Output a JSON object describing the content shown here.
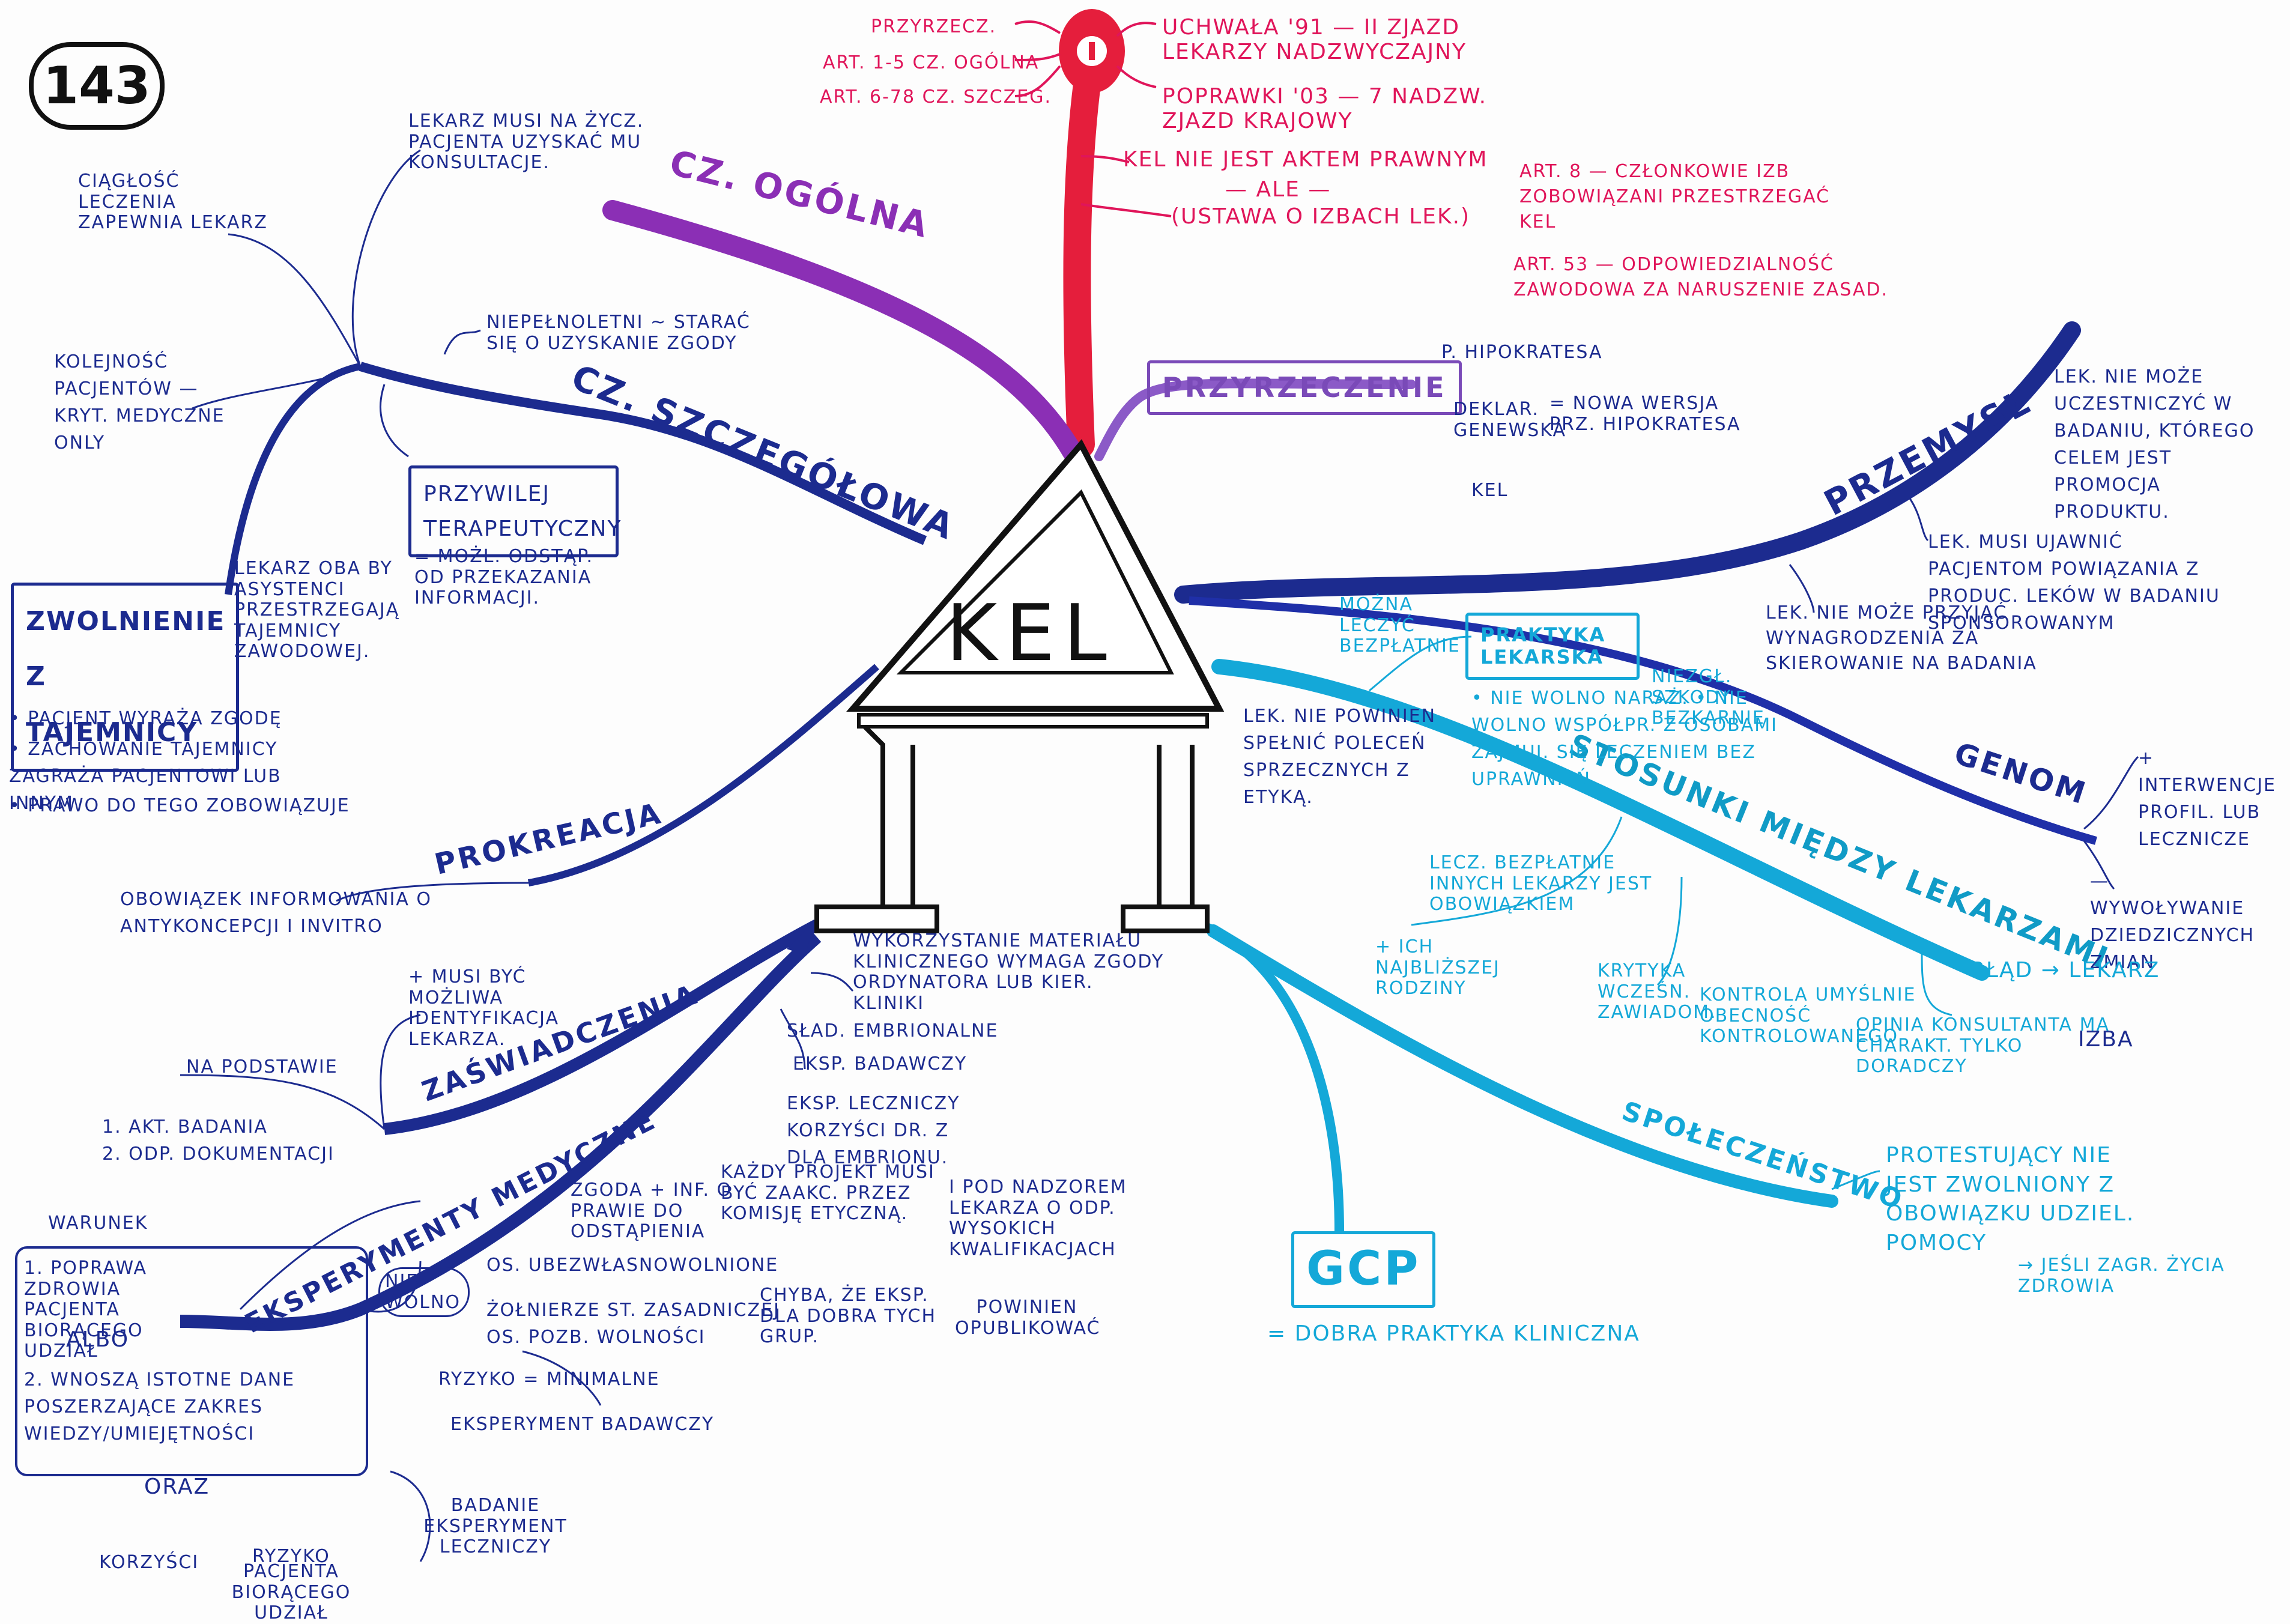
{
  "page_number": "143",
  "center": {
    "title": "KEL"
  },
  "branches": {
    "cz_ogolna": "CZ. OGÓLNA",
    "cz_szczegolowa": "CZ. SZCZEGÓŁOWA",
    "przyrzeczenie": "PRZYRZECZENIE",
    "przemysl": "PRZEMYSŁ",
    "genom": "GENOM",
    "stosunki": "STOSUNKI MIĘDZY LEKARZAMI",
    "spoleczenstwo": "SPOŁECZEŃSTWO",
    "gcp": "GCP",
    "eksperymenty": "EKSPERYMENTY MEDYCZNE",
    "zaswiadczenia": "ZAŚWIADCZENIA",
    "prokreacja": "PROKREACJA",
    "zwolnienie": "ZWOLNIENIE Z TAJEMNICY",
    "przywilej": "PRZYWILEJ TERAPEUTYCZNY",
    "praktyka": "PRAKTYKA LEKARSKA"
  },
  "red_notes": {
    "uchwala": "UCHWAŁA '91 — II ZJAZD LEKARZY NADZWYCZAJNY",
    "poprawki": "POPRAWKI '03 — 7 NADZW. ZJAZD KRAJOWY",
    "przyrzecz": "PRZYRZECZ.",
    "art15": "ART. 1-5 CZ. OGÓLNA",
    "art678": "ART. 6-78 CZ. SZCZEG.",
    "nie_jest": "KEL NIE JEST AKTEM PRAWNYM",
    "ale": "— ALE —",
    "ustawa": "(USTAWA O IZBACH LEK.)",
    "art8": "ART. 8 — CZŁONKOWIE IZB ZOBOWIĄZANI PRZESTRZEGAĆ KEL",
    "art53": "ART. 53 — ODPOWIEDZIALNOŚĆ ZAWODOWA ZA NARUSZENIE ZASAD."
  },
  "przyrzeczenie_notes": {
    "hipokratesa": "P. HIPOKRATESA",
    "deklar": "DEKLAR. GENEWSKA",
    "nowa": "= NOWA WERSJA PRZ. HIPOKRATESA",
    "kel": "KEL"
  },
  "szczeg_notes": {
    "musi": "LEKARZ MUSI NA ŻYCZ. PACJENTA UZYSKAĆ MU KONSULTACJE.",
    "ciaglosc": "CIĄGŁOŚĆ LECZENIA ZAPEWNIA LEKARZ",
    "kolejnosc": "KOLEJNOŚĆ PACJENTÓW — KRYT. MEDYCZNE ONLY",
    "niepelnoletni": "NIEPEŁNOLETNI ~ STARAĆ SIĘ O UZYSKANIE ZGODY",
    "odstap": "= MOŻL. ODSTĄP. OD PRZEKAZANIA INFORMACJI."
  },
  "tajemnica_notes": {
    "osoby": "LEKARZ OBA BY ASYSTENCI PRZESTRZEGAJĄ TAJEMNICY ZAWODOWEJ.",
    "b1": "• PACJENT WYRAŻA ZGODĘ",
    "b2": "• ZACHOWANIE TAJEMNICY ZAGRAŻA PACJENTOWI LUB INNYM",
    "b3": "• PRAWO DO TEGO ZOBOWIĄZUJE"
  },
  "prokreacja_notes": {
    "obowiazek": "OBOWIĄZEK INFORMOWANIA O ANTYKONCEPCJI i invitro"
  },
  "zaswiadczenia_notes": {
    "plus": "+ MUSI BYĆ MOŻLIWA IDENTYFIKACJA LEKARZA.",
    "podstawie": "NA PODSTAWIE",
    "p1": "1. AKT. BADANIA",
    "p2": "2. ODP. DOKUMENTACJI"
  },
  "eksperymenty_notes": {
    "wykorzystanie": "WYKORZYSTANIE MATERIAŁU KLINICZNEGO WYMAGA ZGODY ORDYNATORA LUB KIER. KLINIKI",
    "embrionalne": "SŁAD. EMBRIONALNE",
    "badawczy": "EKSP. BADAWCZY",
    "leczniczy": "EKSP. LECZNICZY KORZYŚCI DR. Z DLA EMBRIONU.",
    "zgoda": "ZGODA + INF. O PRAWIE DO ODSTĄPIENIA",
    "kazdy": "KAŻDY PROJEKT MUSI BYĆ ZAAKC. PRZEZ KOMISJĘ ETYCZNĄ.",
    "nadzor": "i POD NADZOREM LEKARZA O ODP. WYSOKICH KWALIFIKACJACH",
    "powinien": "POWINIEN OPUBLIKOWAĆ",
    "nie_wolno": "NIE WOLNO",
    "ubezwl": "OS. UBEZWŁASNOWOLNIONE",
    "zolnierze": "ŻOŁNIERZE ST. ZASADNICZEJ",
    "pozb": "OS. POZB. WOLNOŚCI",
    "chyba": "CHYBA, ŻE EKSP. DLA DOBRA TYCH GRUP.",
    "warunek": "WARUNEK",
    "w1": "1. POPRAWA ZDROWIA PACJENTA BIORĄCEGO UDZIAŁ",
    "albo": "ALBO",
    "w2": "2. WNOSZĄ ISTOTNE DANE POSZERZAJĄCE ZAKRES WIEDZY/UMIEJĘTNOŚCI",
    "ryzyko_min": "RYZYKO = MINIMALNE",
    "eksp_bad": "EKSPERYMENT BADAWCZY",
    "oraz": "ORAZ",
    "korzysci": "KORZYŚCI",
    "ryzyko": "RYZYKO",
    "pacjenta": "PACJENTA BIORĄCEGO UDZIAŁ",
    "badanie_lecz": "BADANIE EKSPERYMENT LECZNICZY"
  },
  "przemysl_notes": {
    "n1": "LEK. NIE MOŻE UCZESTNICZYĆ W BADANIU, KTÓREGO CELEM JEST PROMOCJA PRODUKTU.",
    "n2": "LEK. MUSI UJAWNIĆ PACJENTOM POWIĄZANIA Z PRODUC. LEKÓW W BADANIU SPONSOROWANYM",
    "n3": "LEK. NIE MOŻE PRZYJĄĆ WYNAGRODZENIA ZA SKIEROWANIE NA BADANIA"
  },
  "genom_notes": {
    "plus": "+ INTERWENCJE PROFIL. LUB LECZNICZE",
    "minus": "— WYWOŁYWANIE DZIEDZICZNYCH ZMIAN"
  },
  "praktyka_notes": {
    "mozna": "MOŻNA LECZYĆ BEZPŁATNIE",
    "nie_mozna": "• NIE WOLNO NARAŻ. • NIE WOLNO WSPÓŁPR. Z OSOBAMI ZAJMUJ. SIĘ LECZENIEM BEZ UPRAWNIEŃ.",
    "szkod": "NIEZGŁ. SZKODY BEZKARNIE",
    "spelnic": "LEK. NIE POWINIEN SPEŁNIĆ POLECEŃ SPRZECZNYCH Z ETYKĄ."
  },
  "stosunki_notes": {
    "leczy": "LECZ. BEZPŁATNIE INNYCH LEKARZY JEST OBOWIĄZKIEM",
    "rodziny": "+ ICH NAJBLIŻSZEJ RODZINY",
    "krytyka": "KRYTYKA WCZEŚN. ZAWIADOM.",
    "kontrola": "KONTROLA UMYŚLNIE OBECNOŚĆ KONTROLOWANEGO",
    "opinia": "OPINIA KONSULTANTA MA CHARAKT. TYLKO DORADCZY",
    "blad": "BŁĄD → LEKARZ",
    "izba": "IZBA"
  },
  "spoleczenstwo_notes": {
    "protest": "PROTESTUJĄCY NIE JEST ZWOLNIONY Z OBOWIĄZKU UDZIEL. POMOCY",
    "jesli": "→ JEŚLI ZAGR. ŻYCIA ZDROWIA"
  },
  "gcp_notes": {
    "def": "= DOBRA PRAKTYKA KLINICZNA"
  },
  "colors": {
    "navy": "#1c2b8f",
    "purple": "#8b2fb5",
    "red": "#e51e3c",
    "cyan": "#14a8d8",
    "blue": "#1f48c8"
  }
}
